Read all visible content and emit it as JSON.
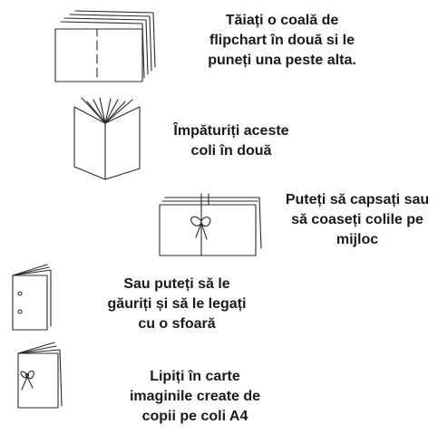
{
  "steps": [
    {
      "icon": "stacked-paper-sheets-icon",
      "lines": [
        "Tăiați o coală de",
        "flipchart în două si le",
        "puneți una peste alta."
      ]
    },
    {
      "icon": "folded-booklet-icon",
      "lines": [
        "Împăturiți aceste",
        "coli în două"
      ]
    },
    {
      "icon": "stapled-booklet-icon",
      "lines": [
        "Puteți să capsați sau",
        "să coaseți colile pe",
        "mijloc"
      ]
    },
    {
      "icon": "punched-holes-booklet-icon",
      "lines": [
        "Sau puteți să le",
        "găuriți și să le legați",
        "cu o sfoară"
      ]
    },
    {
      "icon": "tied-booklet-icon",
      "lines": [
        "Lipiți în carte",
        "imaginile create de",
        "copii pe coli A4"
      ]
    }
  ]
}
